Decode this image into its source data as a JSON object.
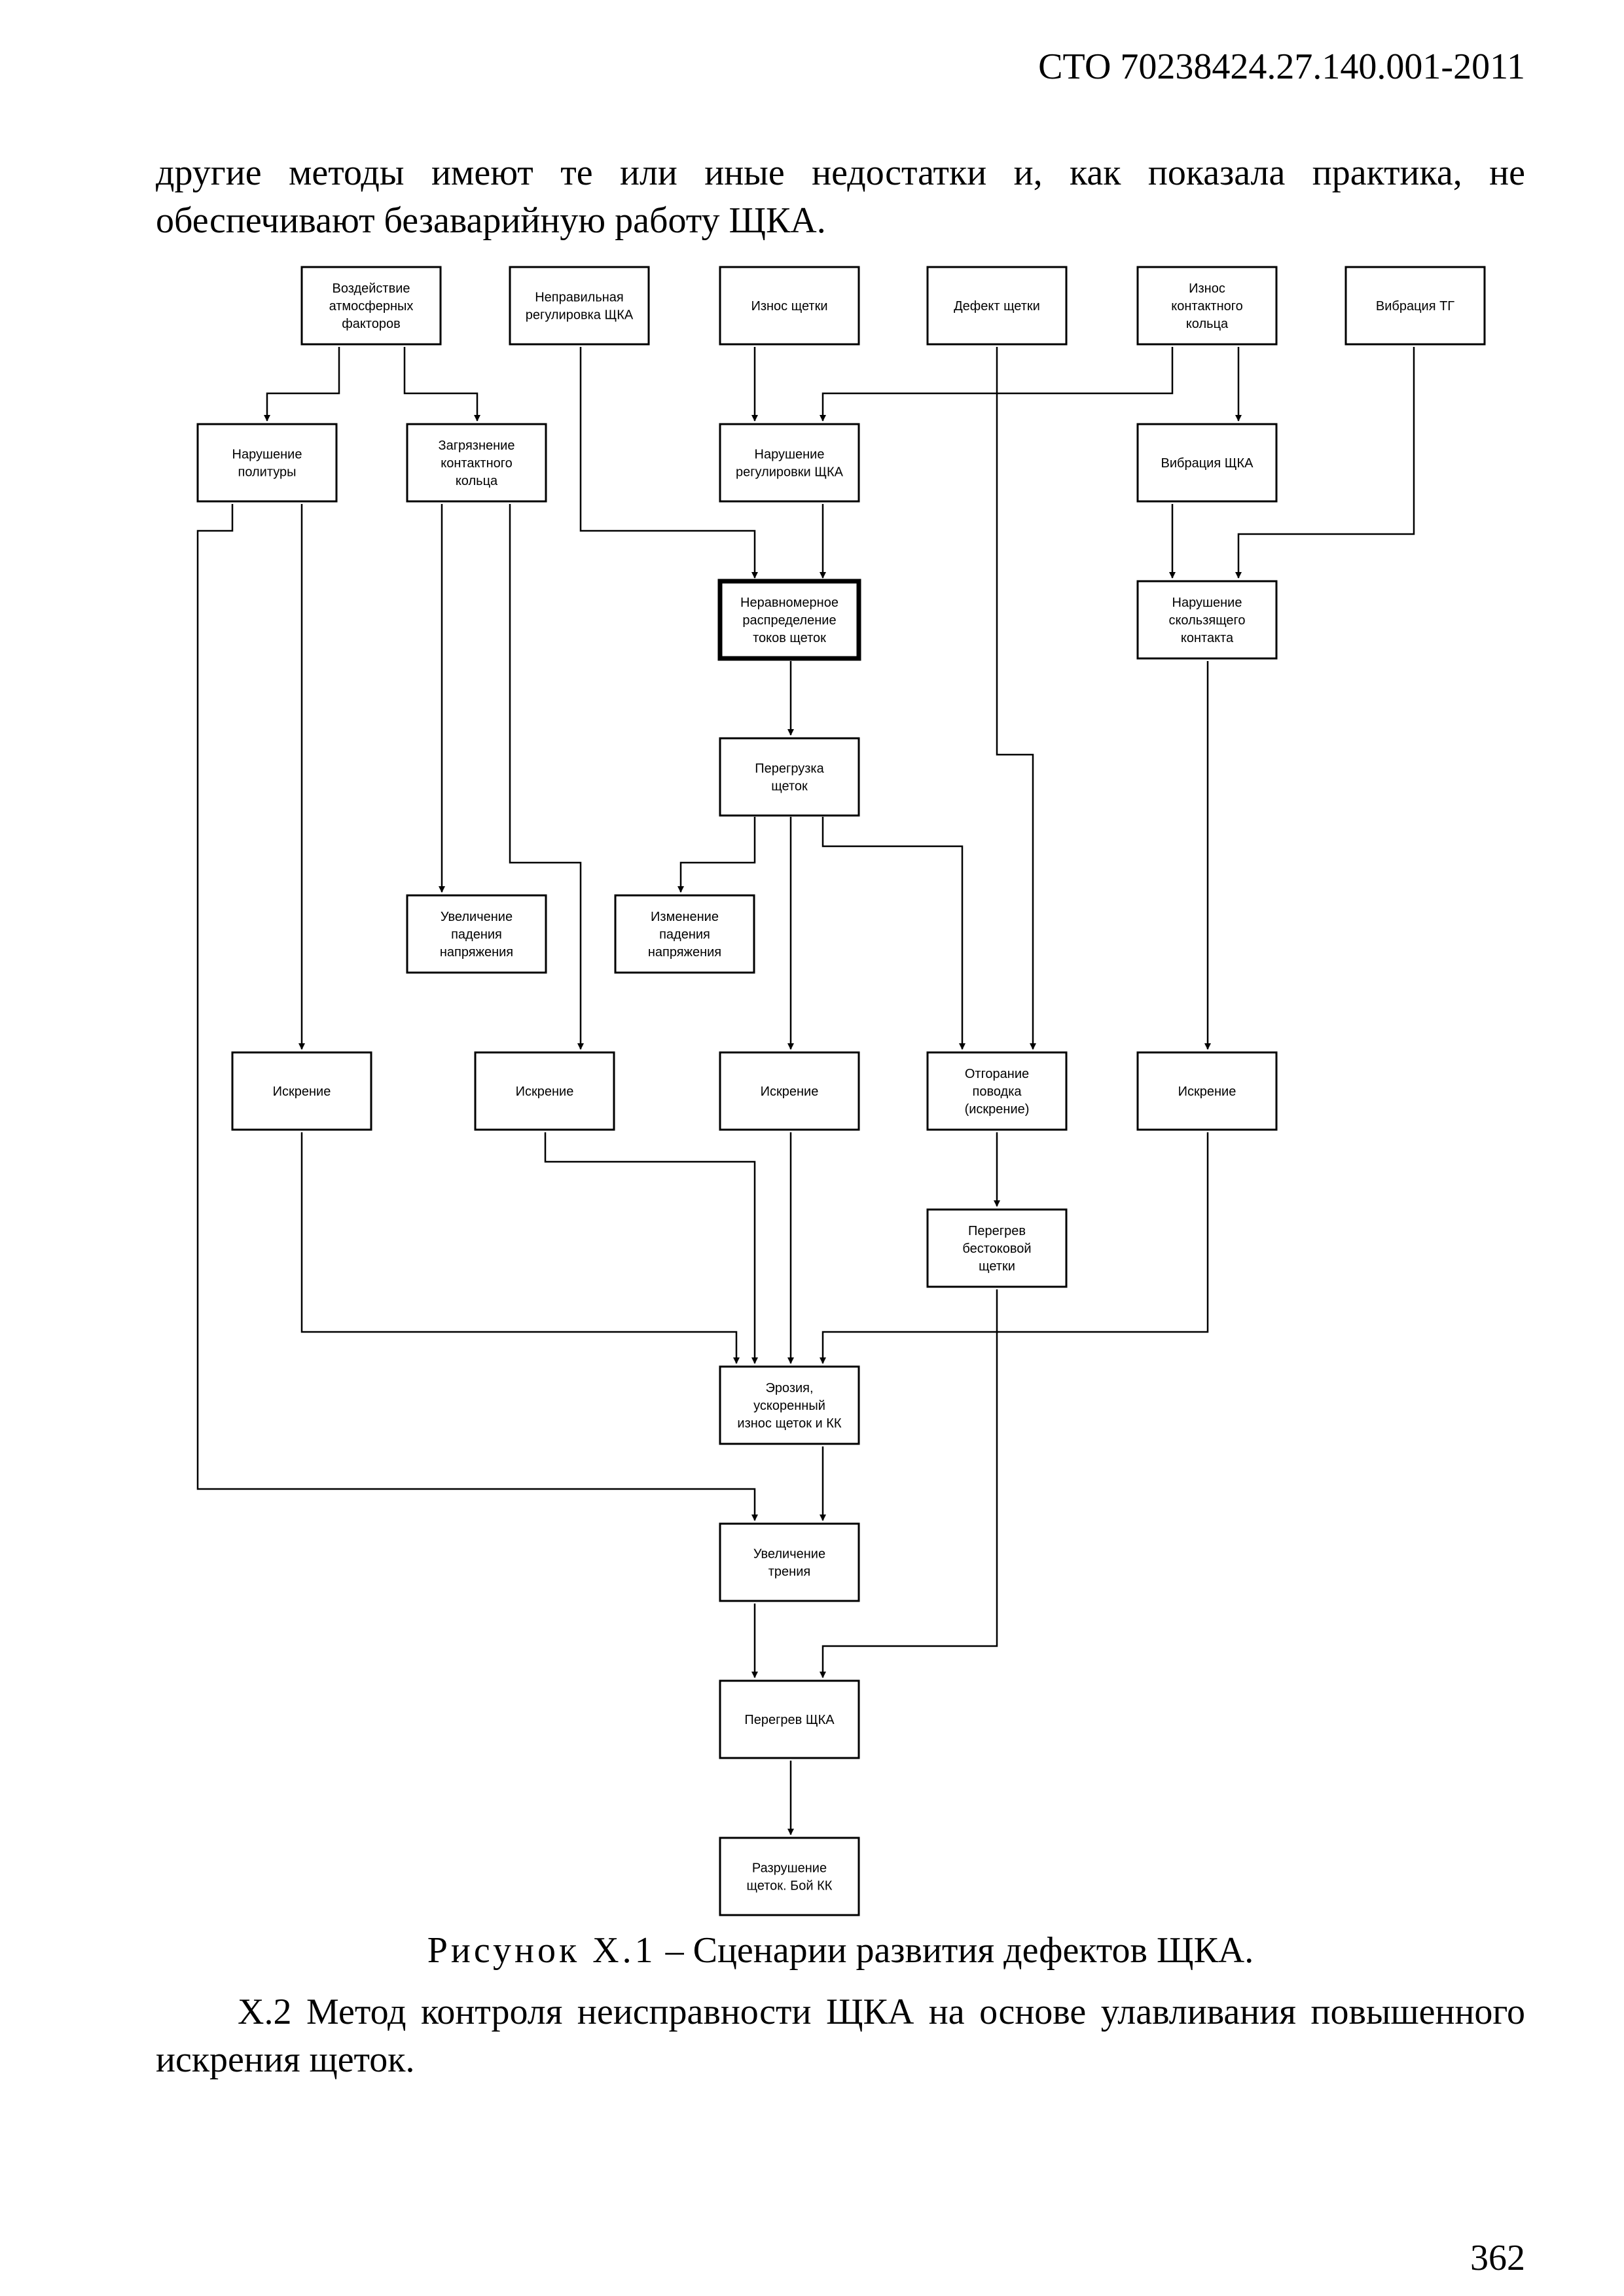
{
  "header": {
    "document_code": "СТО 70238424.27.140.001-2011"
  },
  "intro_paragraph": "другие методы имеют те или иные недостатки и, как показала практика, не обеспечивают безаварийную работу ЩКА.",
  "diagram": {
    "nodes": [
      {
        "id": "n1",
        "lines": [
          "Воздействие",
          "атмосферных",
          "факторов"
        ]
      },
      {
        "id": "n2",
        "lines": [
          "Неправильная",
          "регулировка ЩКА"
        ]
      },
      {
        "id": "n3",
        "lines": [
          "Износ щетки"
        ]
      },
      {
        "id": "n4",
        "lines": [
          "Дефект щетки"
        ]
      },
      {
        "id": "n5",
        "lines": [
          "Износ",
          "контактного",
          "кольца"
        ]
      },
      {
        "id": "n6",
        "lines": [
          "Вибрация ТГ"
        ]
      },
      {
        "id": "n7",
        "lines": [
          "Нарушение",
          "политуры"
        ]
      },
      {
        "id": "n8",
        "lines": [
          "Загрязнение",
          "контактного",
          "кольца"
        ]
      },
      {
        "id": "n9",
        "lines": [
          "Нарушение",
          "регулировки ЩКА"
        ]
      },
      {
        "id": "n10",
        "lines": [
          "Вибрация ЩКА"
        ]
      },
      {
        "id": "n11",
        "lines": [
          "Неравномерное",
          "распределение",
          "токов щеток"
        ]
      },
      {
        "id": "n12",
        "lines": [
          "Нарушение",
          "скользящего",
          "контакта"
        ]
      },
      {
        "id": "n13",
        "lines": [
          "Перегрузка",
          "щеток"
        ]
      },
      {
        "id": "n14",
        "lines": [
          "Увеличение",
          "падения",
          "напряжения"
        ]
      },
      {
        "id": "n15",
        "lines": [
          "Изменение",
          "падения",
          "напряжения"
        ]
      },
      {
        "id": "n16",
        "lines": [
          "Искрение"
        ]
      },
      {
        "id": "n17",
        "lines": [
          "Искрение"
        ]
      },
      {
        "id": "n18",
        "lines": [
          "Искрение"
        ]
      },
      {
        "id": "n19",
        "lines": [
          "Отгорание",
          "поводка",
          "(искрение)"
        ]
      },
      {
        "id": "n20",
        "lines": [
          "Искрение"
        ]
      },
      {
        "id": "n21",
        "lines": [
          "Перегрев",
          "бестоковой",
          "щетки"
        ]
      },
      {
        "id": "n22",
        "lines": [
          "Эрозия,",
          "ускоренный",
          "износ щеток и КК"
        ]
      },
      {
        "id": "n23",
        "lines": [
          "Увеличение",
          "трения"
        ]
      },
      {
        "id": "n24",
        "lines": [
          "Перегрев ЩКА"
        ]
      },
      {
        "id": "n25",
        "lines": [
          "Разрушение",
          "щеток. Бой КК"
        ]
      }
    ]
  },
  "figure_caption": {
    "label": "Рисунок Х.1",
    "text": "– Сценарии развития дефектов ЩКА."
  },
  "section_paragraph": "Х.2 Метод контроля неисправности ЩКА на основе улавливания повышенного искрения щеток.",
  "page_number": "362"
}
